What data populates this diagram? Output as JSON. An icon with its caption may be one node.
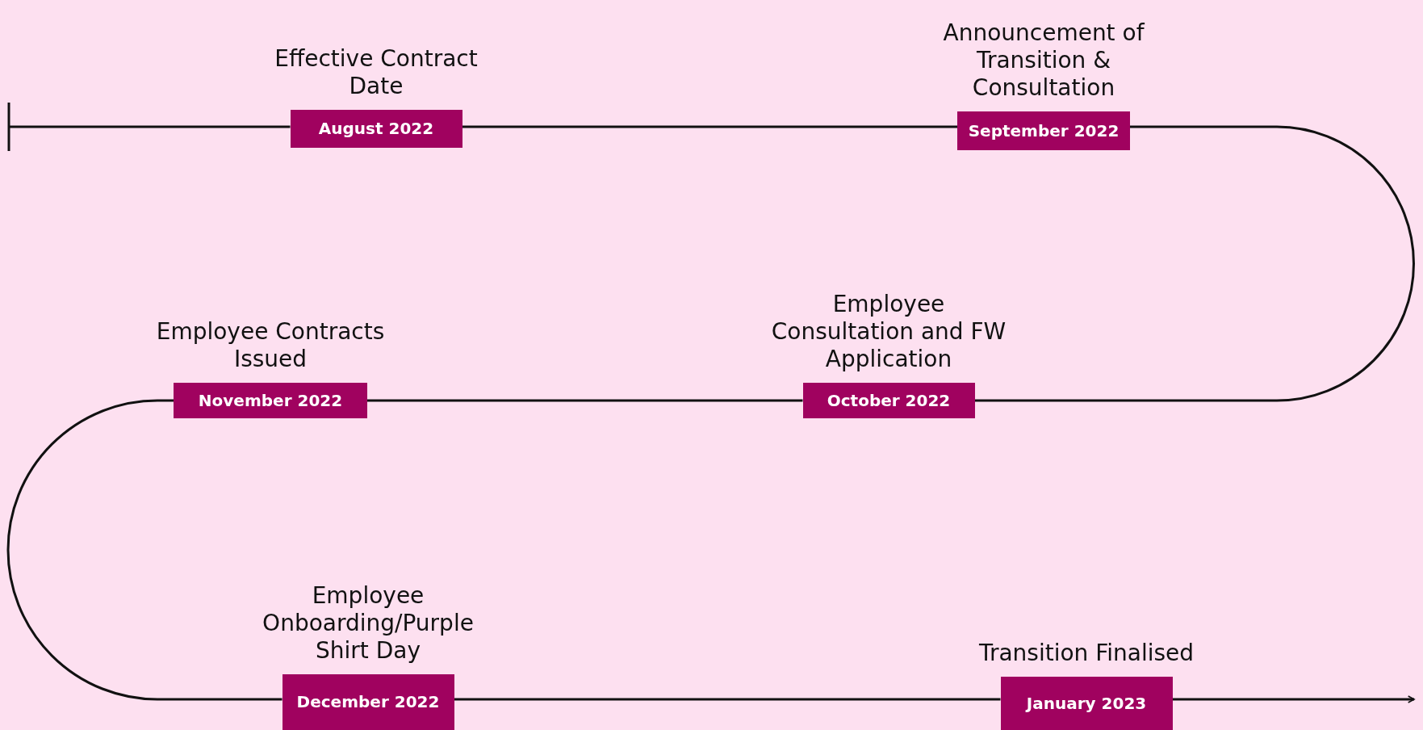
{
  "diagram": {
    "nodes": [
      {
        "text": [
          "Effective Contract Date",
          "August 2022"
        ]
      },
      {
        "text": [
          "Announcement of Transition & Consultation",
          "September 2022"
        ]
      },
      {
        "text": [
          "Employee Consultation and FW Application",
          "October 2022"
        ]
      },
      {
        "text": [
          "Employee Contracts Issued",
          "November 2022"
        ]
      },
      {
        "text": [
          "Employee Onboarding/Purple Shirt Day",
          "December 2022"
        ]
      },
      {
        "text": [
          "Transition Finalised",
          "January 2023"
        ]
      }
    ],
    "edges": [
      {
        "from": null,
        "to": 0,
        "arrow": "other"
      },
      {
        "from": 0,
        "to": 1,
        "arrow": "none"
      },
      {
        "from": 1,
        "to": 2,
        "arrow": "none"
      },
      {
        "from": 2,
        "to": 3,
        "arrow": "none"
      },
      {
        "from": 3,
        "to": 4,
        "arrow": "none"
      },
      {
        "from": 4,
        "to": 5,
        "arrow": "none"
      },
      {
        "from": 5,
        "to": null,
        "arrow": "to"
      }
    ]
  }
}
